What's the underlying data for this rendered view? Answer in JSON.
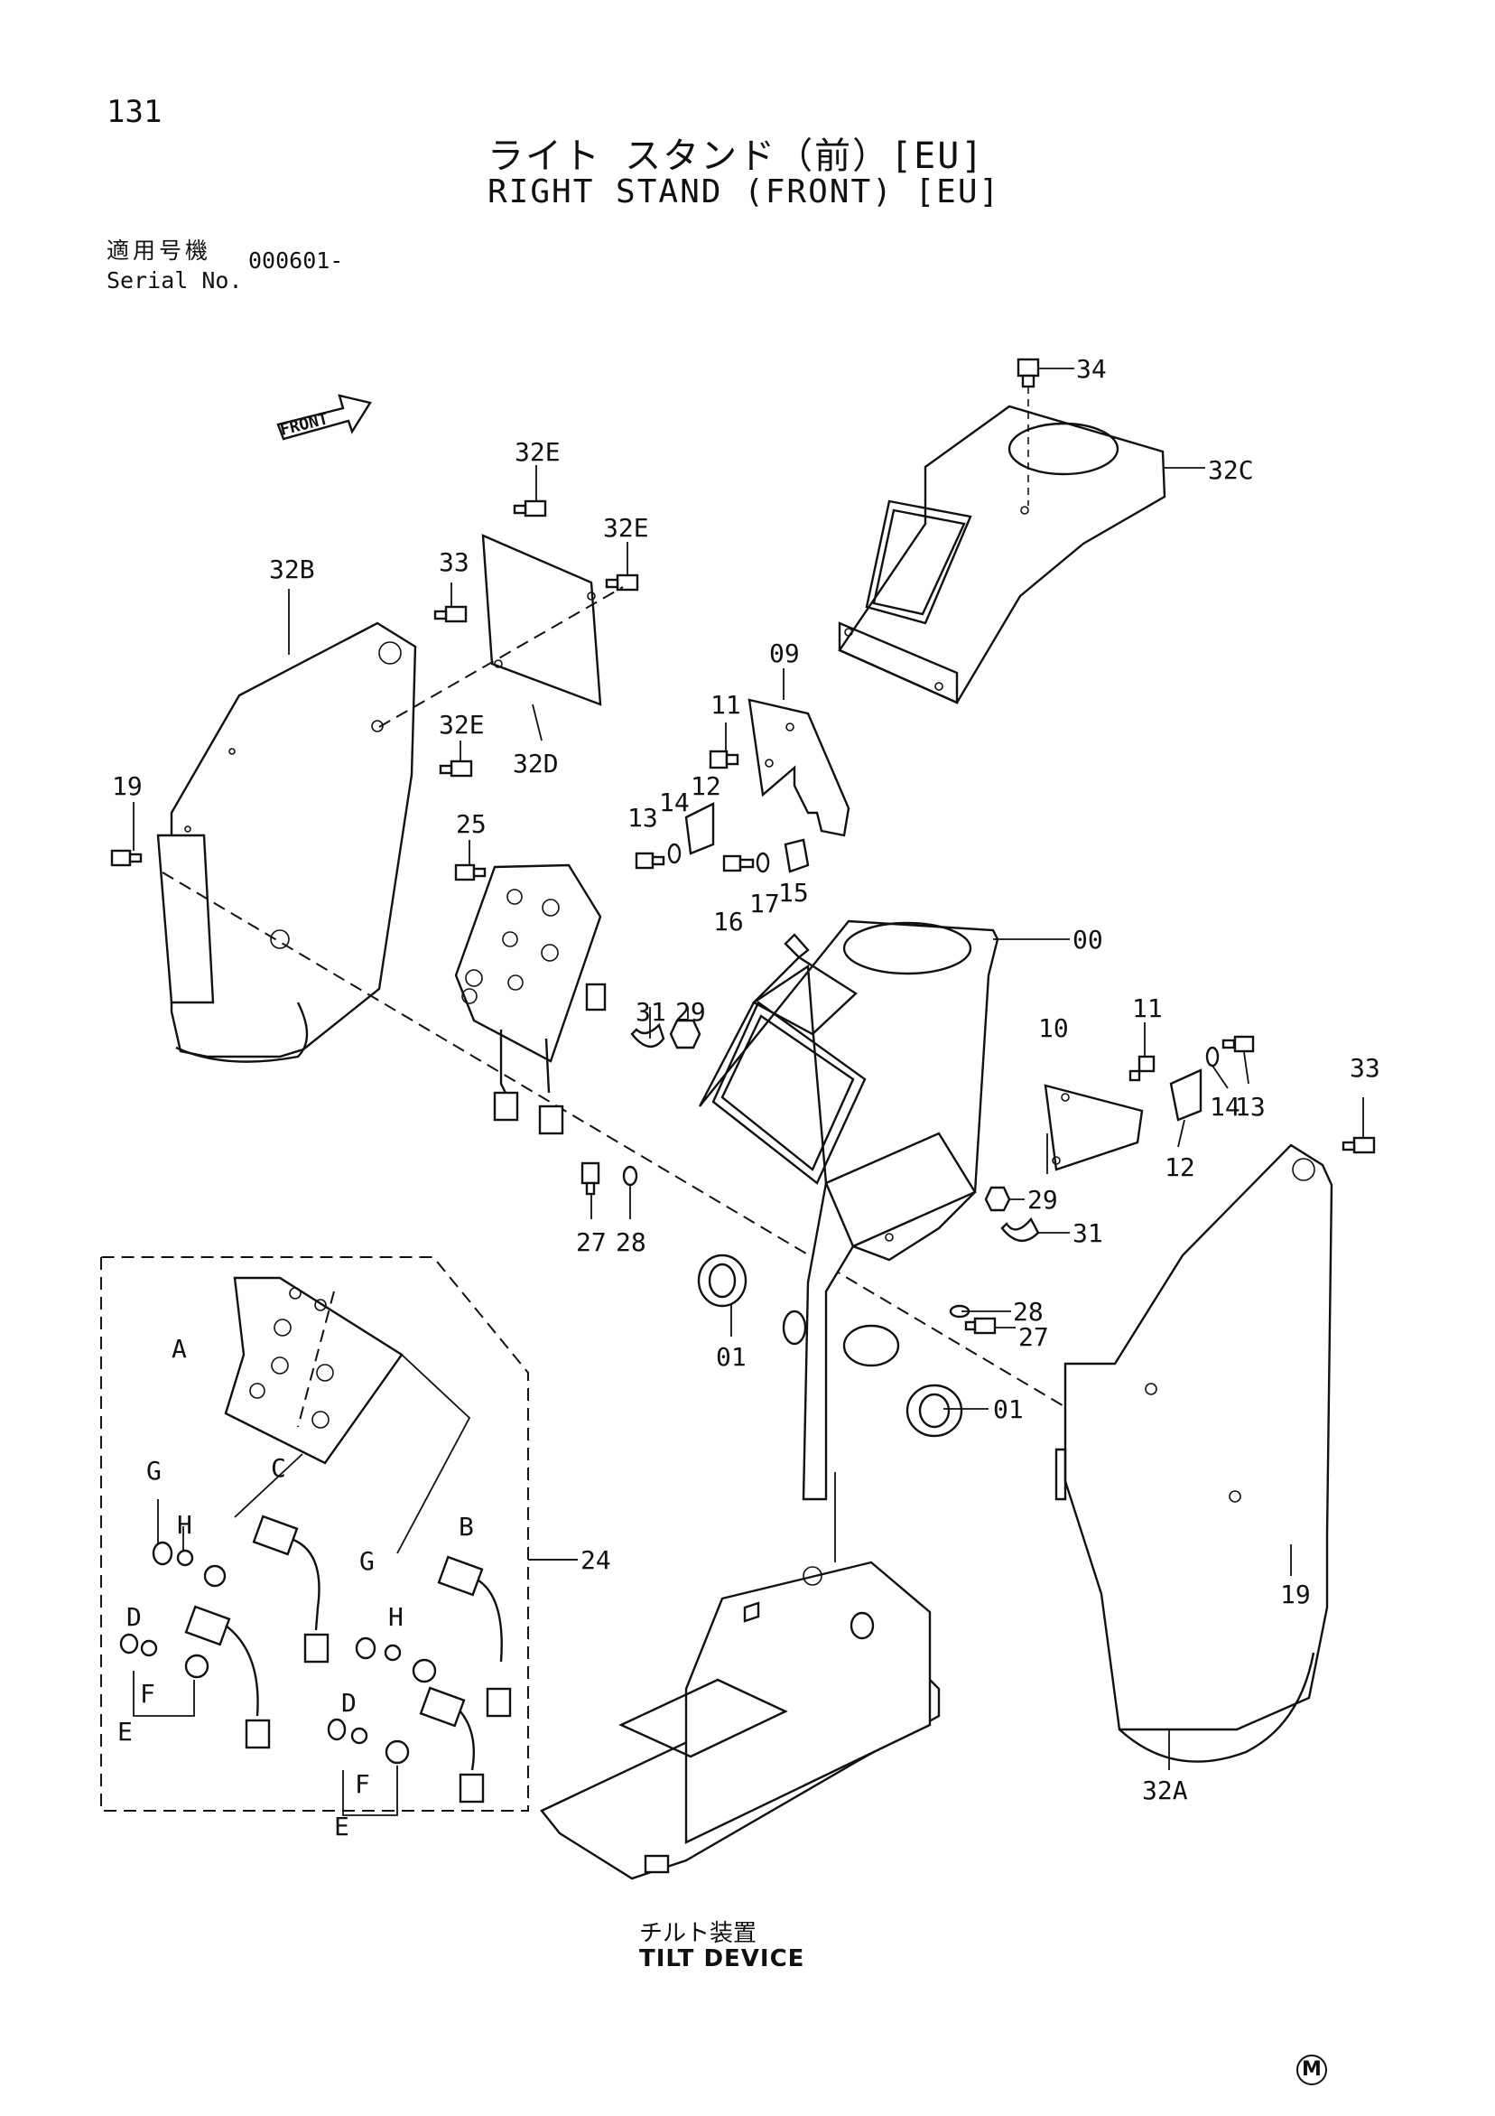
{
  "header": {
    "page_number": "131",
    "title_jp": "ライト スタンド（前）[EU]",
    "title_en": "RIGHT STAND (FRONT) [EU]",
    "serial_label_jp": "適用号機",
    "serial_label_en": "Serial No.",
    "serial_value": "000601-"
  },
  "front_arrow_label": "FRONT",
  "callouts": {
    "c34": "34",
    "c32C": "32C",
    "c32E_a": "32E",
    "c32E_b": "32E",
    "c32E_c": "32E",
    "c33_a": "33",
    "c33_b": "33",
    "c32B": "32B",
    "c32D": "32D",
    "c09": "09",
    "c11_a": "11",
    "c11_b": "11",
    "c12_a": "12",
    "c12_b": "12",
    "c13_a": "13",
    "c13_b": "13",
    "c14_a": "14",
    "c14_b": "14",
    "c15": "15",
    "c16": "16",
    "c17": "17",
    "c19_a": "19",
    "c19_b": "19",
    "c25": "25",
    "c00": "00",
    "c10": "10",
    "c31_a": "31",
    "c31_b": "31",
    "c29_a": "29",
    "c29_b": "29",
    "c27_a": "27",
    "c27_b": "27",
    "c28_a": "28",
    "c28_b": "28",
    "c01_a": "01",
    "c01_b": "01",
    "c32A": "32A",
    "c24": "24",
    "cA": "A",
    "cB": "B",
    "cC": "C",
    "cD_a": "D",
    "cD_b": "D",
    "cE_a": "E",
    "cE_b": "E",
    "cF_a": "F",
    "cF_b": "F",
    "cG_a": "G",
    "cG_b": "G",
    "cH_a": "H",
    "cH_b": "H"
  },
  "tilt_device": {
    "label_jp": "チルト装置",
    "label_en": "TILT DEVICE"
  },
  "footer_mark": "M"
}
